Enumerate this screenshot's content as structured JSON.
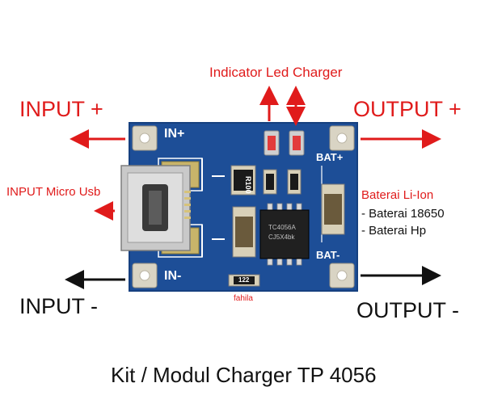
{
  "labels": {
    "indicator_led": "Indicator Led Charger",
    "input_plus": "INPUT +",
    "output_plus": "OUTPUT +",
    "input_micro_usb": "INPUT Micro Usb",
    "baterai_title": "Baterai Li-Ion",
    "baterai_item1": "- Baterai 18650",
    "baterai_item2": "- Baterai Hp",
    "input_minus": "INPUT -",
    "output_minus": "OUTPUT -",
    "watermark": "fahila",
    "footer_title": "Kit / Modul Charger TP 4056"
  },
  "board": {
    "in_plus": "IN+",
    "in_minus": "IN-",
    "bat_plus": "BAT+",
    "bat_minus": "BAT-",
    "resistor_top": "R100",
    "resistor_bottom": "122",
    "chip_line1": "TC4056A",
    "chip_line2": "CJ5X4bk"
  },
  "colors": {
    "pcb": "#1d4e97",
    "accent_red": "#e01b1b",
    "arrow_black": "#111111",
    "pad": "#d9d4c4"
  }
}
